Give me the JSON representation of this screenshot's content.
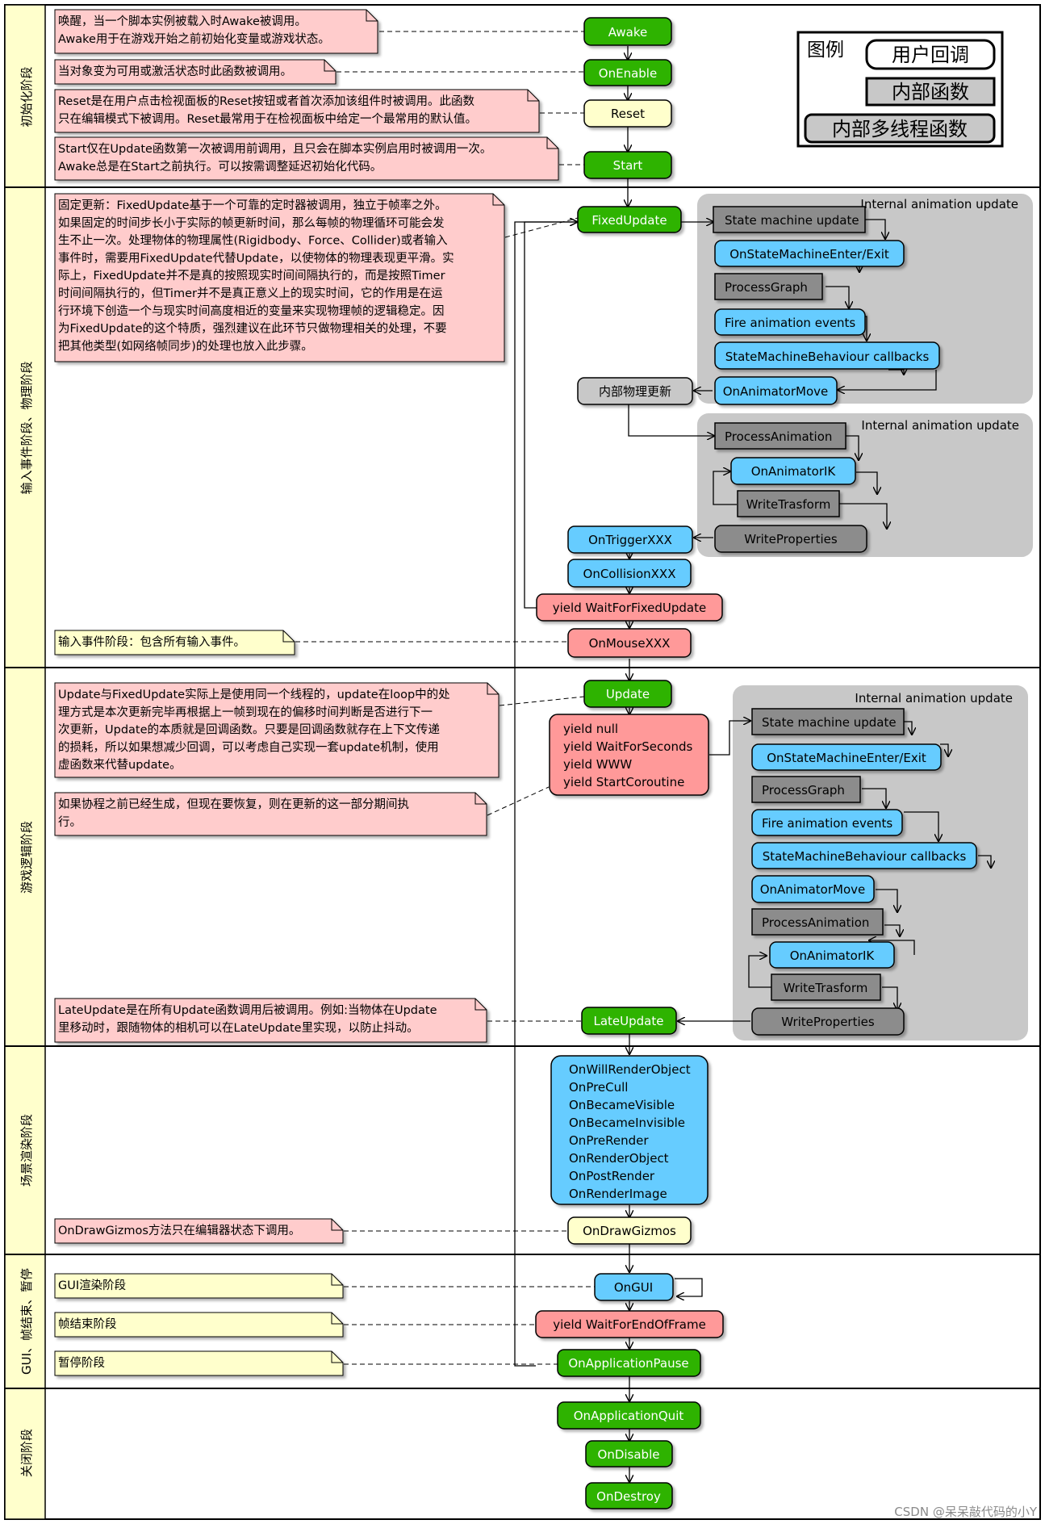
{
  "legend": {
    "title": "图例",
    "user_callback": "用户回调",
    "internal_function": "内部函数",
    "internal_multithread": "内部多线程函数"
  },
  "colors": {
    "green": "#2db300",
    "yellow": "#ffffcc",
    "blue": "#66ccff",
    "gray": "#c8c8c8",
    "dark_gray": "#8c8c8c",
    "red": "#ff9999",
    "note": "#ffcccc",
    "note_yellow": "#ffffcc",
    "panel": "#c8c8c8",
    "sidebar": "#ffffcc"
  },
  "phases": [
    "初始化阶段",
    "输入事件阶段、物理阶段",
    "游戏逻辑阶段",
    "场景渲染阶段",
    "GUI、帧结束、暂停",
    "关闭阶段"
  ],
  "nodes": {
    "awake": "Awake",
    "onenable": "OnEnable",
    "reset": "Reset",
    "start": "Start",
    "fixedupdate": "FixedUpdate",
    "physics": "内部物理更新",
    "ontrigger": "OnTriggerXXX",
    "oncollision": "OnCollisionXXX",
    "yield_fixed": "yield WaitForFixedUpdate",
    "onmouse": "OnMouseXXX",
    "update": "Update",
    "yields": [
      "yield null",
      "yield WaitForSeconds",
      "yield WWW",
      "yield StartCoroutine"
    ],
    "lateupdate": "LateUpdate",
    "render": [
      "OnWillRenderObject",
      "OnPreCull",
      "OnBecameVisible",
      "OnBecameInvisible",
      "OnPreRender",
      "OnRenderObject",
      "OnPostRender",
      "OnRenderImage"
    ],
    "ondrawgizmos": "OnDrawGizmos",
    "ongui": "OnGUI",
    "yield_end": "yield WaitForEndOfFrame",
    "onapppause": "OnApplicationPause",
    "onappquit": "OnApplicationQuit",
    "ondisable": "OnDisable",
    "ondestroy": "OnDestroy"
  },
  "internal": {
    "title": "Internal animation update",
    "state_machine_update": "State machine update",
    "on_state_machine_enter_exit": "OnStateMachineEnter/Exit",
    "process_graph": "ProcessGraph",
    "fire_animation_events": "Fire animation events",
    "state_machine_behaviour_callbacks": "StateMachineBehaviour callbacks",
    "on_animator_move": "OnAnimatorMove",
    "process_animation": "ProcessAnimation",
    "on_animator_ik": "OnAnimatorIK",
    "write_trasform": "WriteTrasform",
    "write_properties": "WriteProperties"
  },
  "notes": {
    "awake": [
      "唤醒，当一个脚本实例被载入时Awake被调用。",
      "Awake用于在游戏开始之前初始化变量或游戏状态。"
    ],
    "onenable": [
      "当对象变为可用或激活状态时此函数被调用。"
    ],
    "reset": [
      "Reset是在用户点击检视面板的Reset按钮或者首次添加该组件时被调用。此函数",
      "只在编辑模式下被调用。Reset最常用于在检视面板中给定一个最常用的默认值。"
    ],
    "start": [
      "Start仅在Update函数第一次被调用前调用，且只会在脚本实例启用时被调用一次。",
      "Awake总是在Start之前执行。可以按需调整延迟初始化代码。"
    ],
    "fixedupdate": [
      "固定更新：FixedUpdate基于一个可靠的定时器被调用，独立于帧率之外。",
      "如果固定的时间步长小于实际的帧更新时间，那么每帧的物理循环可能会发",
      "生不止一次。处理物体的物理属性(Rigidbody、Force、Collider)或者输入",
      "事件时，需要用FixedUpdate代替Update，以使物体的物理表现更平滑。实",
      "际上，FixedUpdate并不是真的按照现实时间间隔执行的，而是按照Timer",
      "时间间隔执行的，但Timer并不是真正意义上的现实时间，它的作用是在运",
      "行环境下创造一个与现实时间高度相近的变量来实现物理帧的逻辑稳定。因",
      "为FixedUpdate的这个特质，强烈建议在此环节只做物理相关的处理，不要",
      "把其他类型(如网络帧同步)的处理也放入此步骤。"
    ],
    "input": [
      "输入事件阶段：包含所有输入事件。"
    ],
    "update": [
      "Update与FixedUpdate实际上是使用同一个线程的，update在loop中的处",
      "理方式是本次更新完毕再根据上一帧到现在的偏移时间判断是否进行下一",
      "次更新，Update的本质就是回调函数。只要是回调函数就存在上下文传递",
      "的损耗，所以如果想减少回调，可以考虑自己实现一套update机制，使用",
      "虚函数来代替update。"
    ],
    "coroutine": [
      "如果协程之前已经生成，但现在要恢复，则在更新的这一部分期间执",
      "行。"
    ],
    "lateupdate": [
      "LateUpdate是在所有Update函数调用后被调用。例如:当物体在Update",
      "里移动时，跟随物体的相机可以在LateUpdate里实现，以防止抖动。"
    ],
    "ondrawgizmos": [
      "OnDrawGizmos方法只在编辑器状态下调用。"
    ],
    "gui": [
      "GUI渲染阶段"
    ],
    "frame_end": [
      "帧结束阶段"
    ],
    "pause": [
      "暂停阶段"
    ]
  },
  "watermark": "CSDN @呆呆敲代码的小Y"
}
